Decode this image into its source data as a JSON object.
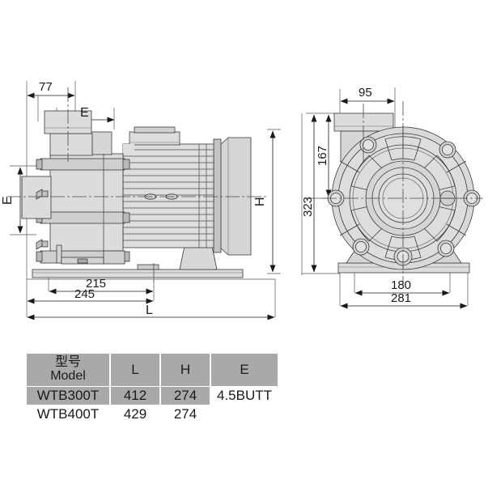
{
  "drawing": {
    "title": "Pump dimensional drawing",
    "views": [
      {
        "name": "side-view",
        "label": ""
      },
      {
        "name": "front-view",
        "label": ""
      }
    ],
    "left_view_dimensions": {
      "top_77": "77",
      "top_E": "E",
      "left_E": "E",
      "right_H": "H",
      "bottom_215": "215",
      "bottom_245": "245",
      "bottom_L": "L"
    },
    "right_view_dimensions": {
      "top_95": "95",
      "left_167": "167",
      "left_323": "323",
      "bottom_180": "180",
      "bottom_281": "281"
    }
  },
  "table": {
    "headers": [
      "型号\nModel",
      "L",
      "H",
      "E"
    ],
    "header_model_cn": "型号",
    "header_model_en": "Model",
    "header_l": "L",
    "header_h": "H",
    "header_e": "E",
    "rows": [
      {
        "model": "WTB300T",
        "l": "412",
        "h": "274",
        "e": "4.5BUTT"
      },
      {
        "model": "WTB400T",
        "l": "429",
        "h": "274",
        "e": ""
      }
    ]
  },
  "colors": {
    "background": "#ffffff",
    "line": "#3a3a3a",
    "fill_light": "#e2e2e2",
    "fill_mid": "#d2d2d2",
    "fill_dark": "#bdbdbd",
    "table_header_bg": "#a9a9a9",
    "text": "#1a1a1a"
  }
}
